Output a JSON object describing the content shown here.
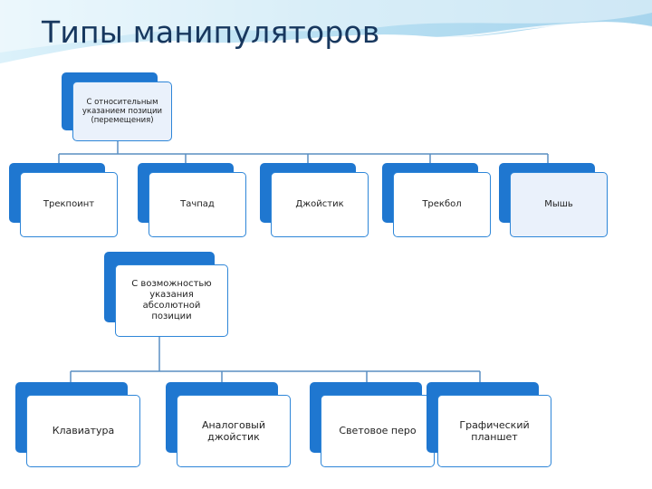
{
  "slide": {
    "title": "Типы манипуляторов"
  },
  "diagram": {
    "relative_group": {
      "root": "С относительным указанием позиции (перемещения)",
      "children": [
        "Трекпоинт",
        "Тачпад",
        "Джойстик",
        "Трекбол",
        "Мышь"
      ]
    },
    "absolute_group": {
      "root": "С возможностью указания абсолютной позиции",
      "children": [
        "Клавиатура",
        "Аналоговый джойстик",
        "Световое перо",
        "Графический планшет"
      ]
    }
  },
  "colors": {
    "title": "#17375e",
    "box_back": "#1f77d0",
    "box_border": "#2e86d8",
    "box_fill_light": "#eaf1fb",
    "connector": "#5a8fc2",
    "wave": "#7fc6e8"
  }
}
